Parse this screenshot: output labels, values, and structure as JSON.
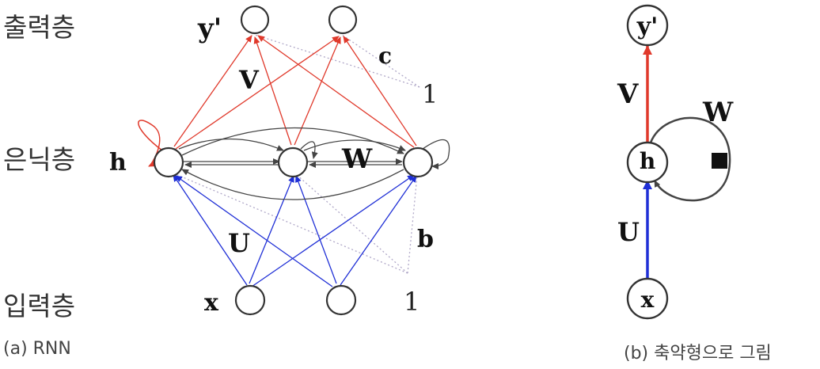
{
  "layers": {
    "output": "출력층",
    "hidden": "은닉층",
    "input": "입력층"
  },
  "captions": {
    "a": "(a) RNN",
    "b": "(b) 축약형으로 그림"
  },
  "rnn": {
    "labels": {
      "y": "y'",
      "c": "c",
      "one_out": "1",
      "V": "V",
      "h": "h",
      "W": "W",
      "U": "U",
      "b": "b",
      "x": "x",
      "one_in": "1"
    }
  },
  "compact": {
    "labels": {
      "y": "y'",
      "V": "V",
      "W": "W",
      "h": "h",
      "U": "U",
      "x": "x"
    }
  },
  "colors": {
    "red": "#e0392b",
    "blue": "#1f2fd6",
    "recurrent": "#444444",
    "bias": "#b0a8c8"
  }
}
